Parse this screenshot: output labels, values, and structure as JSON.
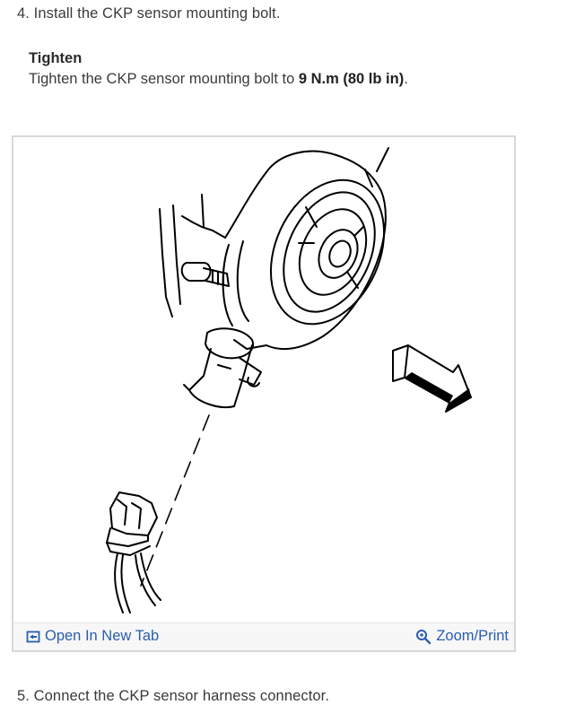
{
  "steps": {
    "step4": "4. Install the CKP sensor mounting bolt.",
    "step5": "5. Connect the CKP sensor harness connector."
  },
  "tighten": {
    "title": "Tighten",
    "text_before": "Tighten the CKP sensor mounting bolt to ",
    "torque": "9 N.m (80 lb in)",
    "text_after": "."
  },
  "figure": {
    "open_label": "Open In New Tab",
    "zoom_label": "Zoom/Print"
  },
  "colors": {
    "link": "#2a5db0",
    "text": "#3a3a3a"
  },
  "icons": {
    "open": "open-in-new-tab-icon",
    "zoom": "magnifier-icon"
  }
}
